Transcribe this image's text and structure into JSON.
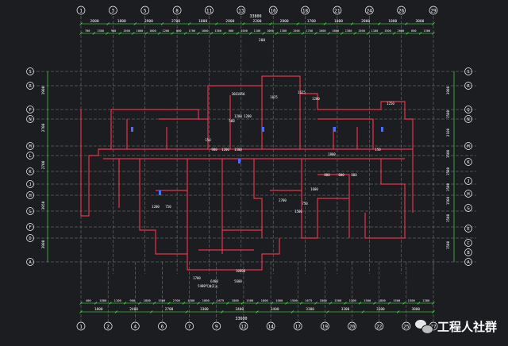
{
  "drawing": {
    "top_axes": [
      "1",
      "3",
      "5",
      "8",
      "11",
      "13",
      "16",
      "18",
      "21",
      "24",
      "26",
      "29"
    ],
    "bottom_axes": [
      "1",
      "2",
      "4",
      "6",
      "7",
      "9",
      "12",
      "14",
      "17",
      "19",
      "20",
      "22",
      "25",
      "27"
    ],
    "left_axes": [
      "S",
      "R",
      "P",
      "N",
      "M",
      "L",
      "K",
      "J",
      "H",
      "G",
      "F",
      "D",
      "A"
    ],
    "right_axes": [
      "S",
      "R",
      "Q",
      "N",
      "M",
      "K",
      "J",
      "H",
      "G",
      "E",
      "C",
      "B",
      "A"
    ],
    "top_dims_row1": [
      "2000",
      "1800",
      "3900",
      "2700",
      "1800",
      "2800",
      "2200",
      "2800",
      "1700",
      "1800",
      "2800",
      "1800",
      "3000"
    ],
    "top_total": "33800",
    "top_dims_row2": [
      "700",
      "1300",
      "900",
      "1500",
      "1000",
      "1800",
      "1200",
      "600",
      "1700",
      "1000",
      "1300",
      "600",
      "1500",
      "1100",
      "1000",
      "1300",
      "1500",
      "1700",
      "1000",
      "1800",
      "1300",
      "1500",
      "1100",
      "1500",
      "2000",
      "600",
      "1300"
    ],
    "top_small_dim": "200",
    "bottom_dims_row1": [
      "400",
      "1800",
      "1100",
      "900",
      "1800",
      "1500",
      "2700",
      "1500",
      "1800",
      "1675",
      "1800",
      "1500",
      "1800",
      "1000",
      "1500",
      "1675",
      "1800",
      "1500",
      "1300",
      "1500",
      "1800",
      "1500",
      "1300",
      "1300"
    ],
    "bottom_dims_row2": [
      "1800",
      "2400",
      "2700",
      "3300",
      "3400",
      "3400",
      "3300",
      "3300",
      "3300",
      "3800"
    ],
    "bottom_total": "33600",
    "left_dims": [
      "1900",
      "2700",
      "2700",
      "3950",
      "3900"
    ],
    "right_dims": [
      "3900",
      "1500",
      "2100",
      "1500",
      "1500",
      "1500",
      "1500",
      "1500",
      "1500"
    ],
    "plan_labels": [
      "2601850",
      "1825",
      "1250",
      "1200",
      "1200",
      "500",
      "900",
      "1200",
      "1500",
      "1625",
      "1200",
      "150",
      "1800",
      "800",
      "800",
      "800",
      "1600",
      "2700",
      "1500",
      "750",
      "150",
      "1200",
      "750",
      "10600",
      "1700",
      "6400",
      "5600"
    ],
    "bottom_note": "5400气体灭火"
  },
  "watermark": {
    "text": "工程人社群",
    "icon": "wechat-icon"
  },
  "colors": {
    "background": "#1b1d21",
    "axis_line": "#9a9a9a",
    "dimension": "#4dff4d",
    "wall": "#e8344a",
    "bubble": "#ffffff",
    "column": "#4d6bff"
  }
}
